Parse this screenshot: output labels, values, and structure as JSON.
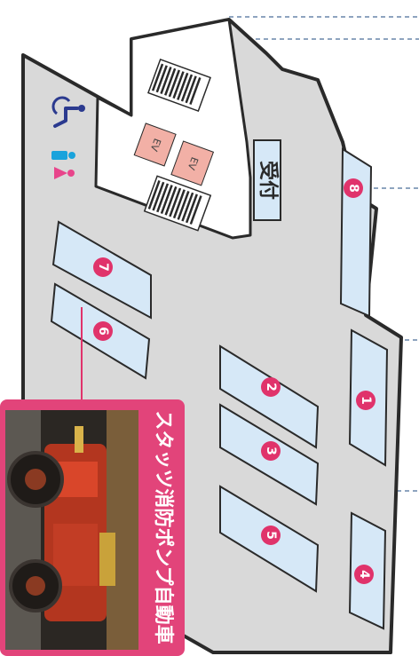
{
  "floor_map": {
    "reception_label": "受付",
    "elevator_labels": [
      "EV",
      "EV"
    ],
    "exhibits": [
      {
        "number": "1"
      },
      {
        "number": "2"
      },
      {
        "number": "3"
      },
      {
        "number": "4"
      },
      {
        "number": "5"
      },
      {
        "number": "6"
      },
      {
        "number": "7"
      },
      {
        "number": "8"
      }
    ]
  },
  "featured_exhibit": {
    "number": "6",
    "title": "スタッツ消防ポンプ自動車",
    "photo_description": "red antique fire engine"
  },
  "icons": [
    "accessible-toilet-icon",
    "male-toilet-icon",
    "female-toilet-icon",
    "stairs-icon"
  ],
  "colors": {
    "floor": "#d9d9d9",
    "wall": "#2a2a2a",
    "exhibit_fill": "#d6e8f7",
    "marker": "#e0336b",
    "callout": "#e2447a",
    "elevator": "#f2b0a6",
    "toilet_male": "#1aa3dc",
    "toilet_female": "#e8458b",
    "accessible": "#2b3a8f",
    "leader_line": "#4a6d99"
  }
}
